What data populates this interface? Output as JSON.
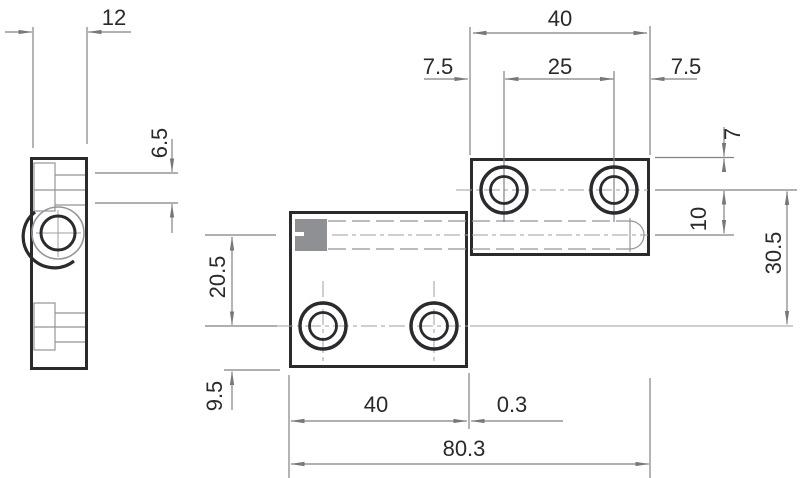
{
  "drawing": {
    "kind": "technical-drawing",
    "subject": "two-leaf hinge with countersunk mounting holes, side view and front view",
    "colors": {
      "outline": "#2b2b2e",
      "thin_line": "#939598",
      "centerline": "#9d9fa2",
      "dimension_line": "#808184",
      "text": "#2a2a2c",
      "pin_fill": "#8e9093",
      "background": "#ffffff"
    },
    "dims": {
      "side_width": "12",
      "hole_diameter": "6.5",
      "top_plate_width": "40",
      "top_edge_to_hole_left": "7.5",
      "top_hole_spacing": "25",
      "top_edge_to_hole_right": "7.5",
      "top_to_hole_center": "7",
      "hole_to_pin_axis": "10",
      "hole_center_to_hole_center": "30.5",
      "pin_axis_to_lower_hole": "20.5",
      "lower_hole_to_bottom": "9.5",
      "bottom_plate_width": "40",
      "leaf_gap": "0.3",
      "overall_width": "80.3"
    }
  }
}
